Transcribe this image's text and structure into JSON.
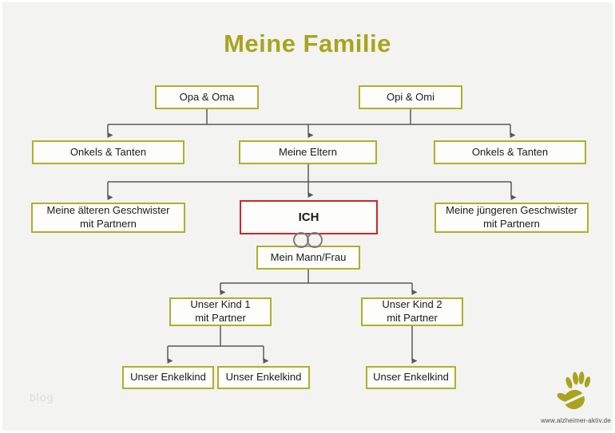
{
  "title": "Meine Familie",
  "nodes": [
    {
      "id": "opa-oma",
      "label": "Opa & Oma"
    },
    {
      "id": "opi-omi",
      "label": "Opi & Omi"
    },
    {
      "id": "onkels-tanten-links",
      "label": "Onkels & Tanten"
    },
    {
      "id": "meine-eltern",
      "label": "Meine Eltern"
    },
    {
      "id": "onkels-tanten-rechts",
      "label": "Onkels & Tanten"
    },
    {
      "id": "aeltere-geschwister",
      "label": "Meine älteren Geschwister\nmit Partnern"
    },
    {
      "id": "ich",
      "label": "ICH"
    },
    {
      "id": "juengere-geschwister",
      "label": "Meine jüngeren Geschwister\nmit Partnern"
    },
    {
      "id": "mann-frau",
      "label": "Mein Mann/Frau"
    },
    {
      "id": "kind-1",
      "label": "Unser Kind 1\nmit Partner"
    },
    {
      "id": "kind-2",
      "label": "Unser Kind 2\nmit Partner"
    },
    {
      "id": "enkelkind-1",
      "label": "Unser Enkelkind"
    },
    {
      "id": "enkelkind-2",
      "label": "Unser Enkelkind"
    },
    {
      "id": "enkelkind-3",
      "label": "Unser Enkelkind"
    }
  ],
  "icons": {
    "rings": "wedding-rings-icon",
    "hand": "handprint-logo-icon"
  },
  "watermark": "blog",
  "logo": {
    "website": "www.alzheimer-aktiv.de"
  },
  "colors": {
    "background": "#f3f3f1",
    "box_border": "#b3ae2b",
    "ich_border": "#cf2626",
    "title": "#a8a41f",
    "connector": "#595959",
    "rings": "#7d7d7d",
    "logo": "#a8a41f",
    "watermark": "#dcdcda",
    "text": "#1a1a1a"
  }
}
